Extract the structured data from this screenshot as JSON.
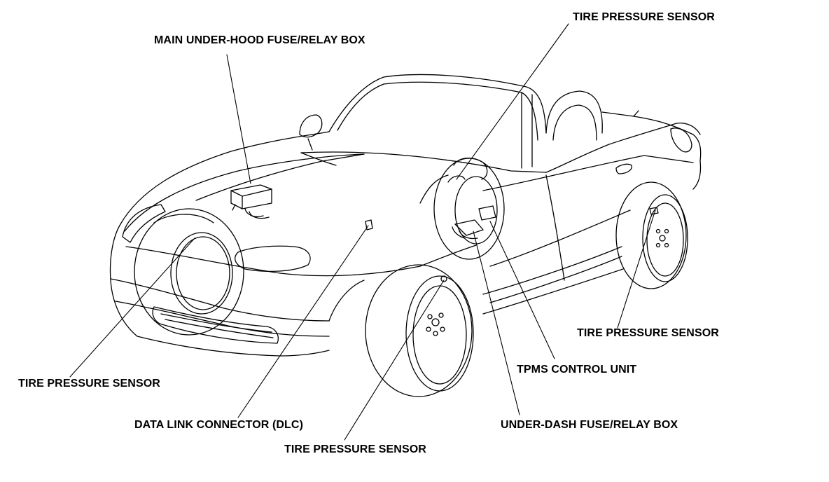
{
  "labels": {
    "main_underhood": "MAIN UNDER-HOOD FUSE/RELAY BOX",
    "tps_top_right": "TIRE PRESSURE SENSOR",
    "tps_rear_right": "TIRE PRESSURE SENSOR",
    "tpms_unit": "TPMS CONTROL UNIT",
    "underdash": "UNDER-DASH FUSE/RELAY BOX",
    "tps_front_left": "TIRE PRESSURE SENSOR",
    "dlc": "DATA LINK CONNECTOR (DLC)",
    "tps_front_bottom": "TIRE PRESSURE SENSOR"
  },
  "colors": {
    "line": "#000000",
    "background": "#ffffff"
  }
}
